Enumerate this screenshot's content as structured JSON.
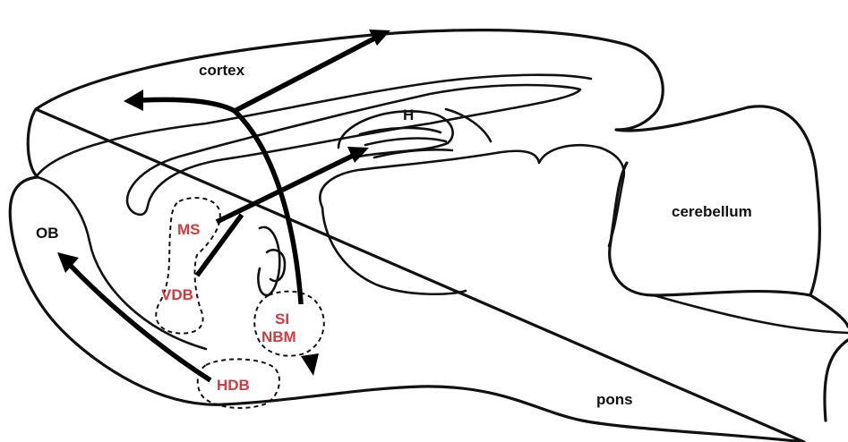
{
  "labels": {
    "cortex": "cortex",
    "hippocampus": "H",
    "cerebellum": "cerebellum",
    "olfactory_bulb": "OB",
    "pons": "pons"
  },
  "nuclei": {
    "ms": "MS",
    "vdb": "VDB",
    "si": "SI",
    "nbm": "NBM",
    "hdb": "HDB"
  },
  "colors": {
    "outline": "#111111",
    "nucleus_label": "#d7393f"
  }
}
